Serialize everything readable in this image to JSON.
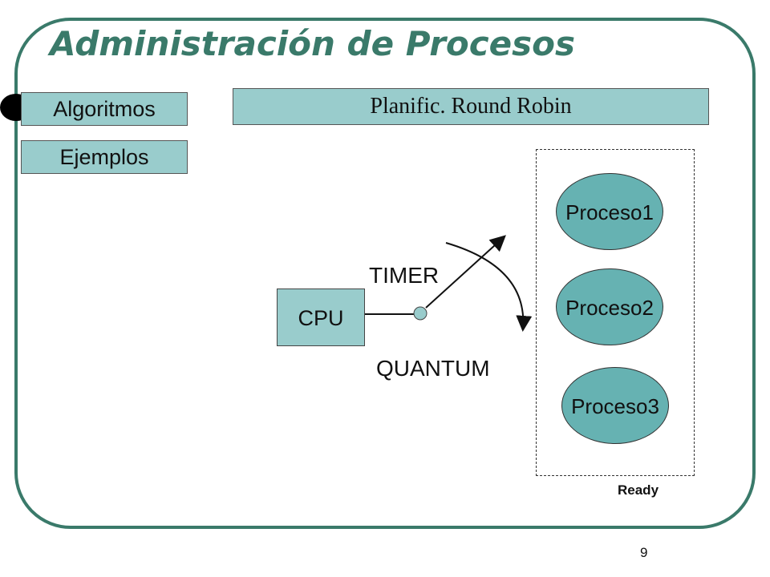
{
  "slide": {
    "title": "Administración de Procesos",
    "page_number": "9"
  },
  "nav": {
    "items": [
      {
        "label": "Algoritmos",
        "active": true
      },
      {
        "label": "Ejemplos",
        "active": false
      }
    ]
  },
  "diagram": {
    "banner": "Planific. Round Robin",
    "cpu_label": "CPU",
    "timer_label": "TIMER",
    "quantum_label": "QUANTUM",
    "ready_label": "Ready",
    "processes": [
      "Proceso1",
      "Proceso2",
      "Proceso3"
    ]
  },
  "colors": {
    "accent": "#3a7a6a",
    "box_fill": "#99cccc",
    "process_fill": "#66b2b2"
  }
}
